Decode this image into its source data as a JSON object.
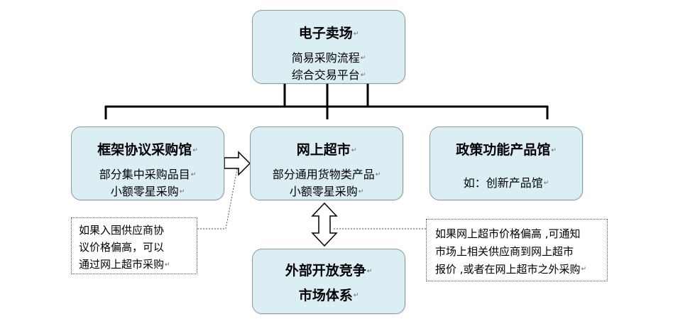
{
  "marks": {
    "paragraph": "↵"
  },
  "boxes": {
    "top": {
      "title": "电子卖场",
      "lines": [
        "简易采购流程",
        "综合交易平台"
      ]
    },
    "left": {
      "title": "框架协议采购馆",
      "lines": [
        "部分集中采购品目",
        "小额零星采购"
      ]
    },
    "middle": {
      "title": "网上超市",
      "lines": [
        "部分通用货物类产品",
        "小额零星采购"
      ]
    },
    "right": {
      "title": "政策功能产品馆",
      "lines": [
        "如：创新产品馆"
      ]
    },
    "bottom": {
      "lines": [
        "外部开放竞争",
        "市场体系"
      ]
    }
  },
  "notes": {
    "left": [
      "如果入围供应商协",
      "议价格偏高，可以",
      "通过网上超市采购"
    ],
    "right": [
      "如果网上超市价格偏高 ,可通知",
      "市场上相关供应商到网上超市",
      "报价 ,或者在网上超市之外采购"
    ]
  },
  "colors": {
    "box_fill": "#dbeef3",
    "box_border": "#8a9ba0",
    "connector": "#000000",
    "note_border": "#555555"
  }
}
